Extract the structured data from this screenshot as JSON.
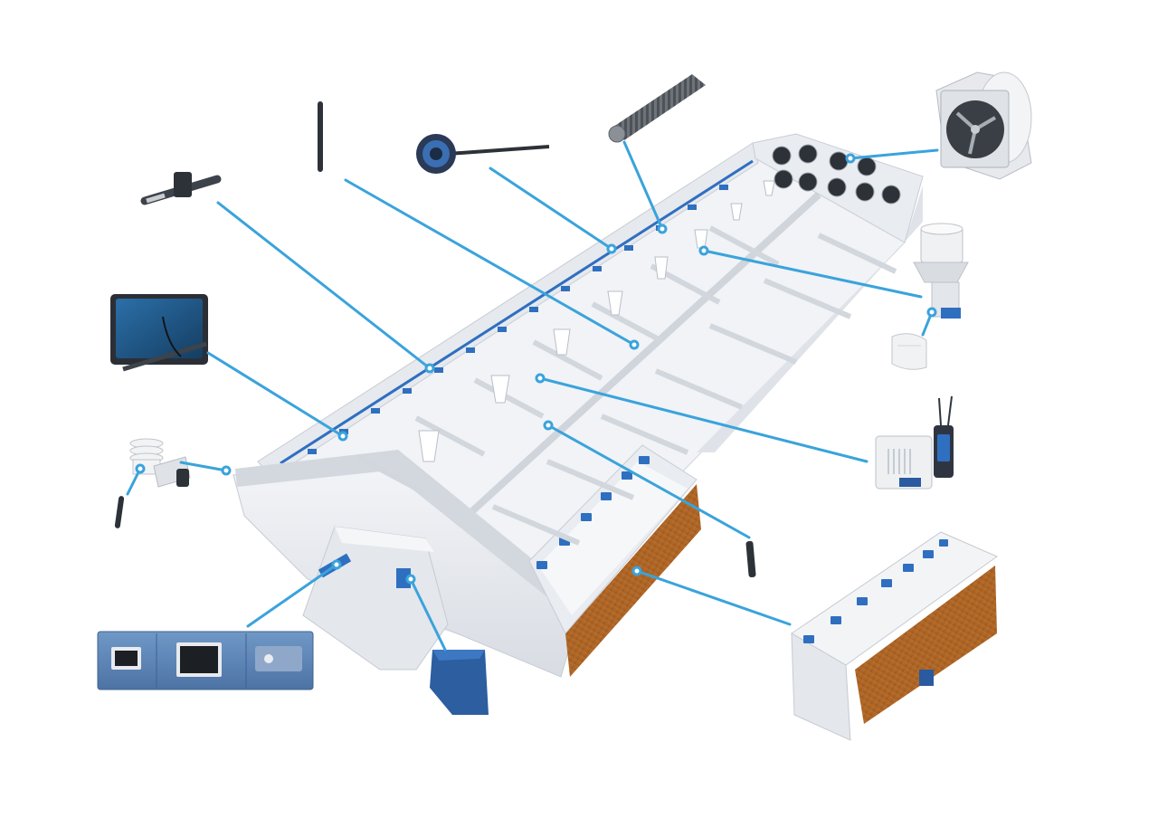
{
  "diagram": {
    "subject": "poultry-house-climate-control-system",
    "colors": {
      "background": "#ffffff",
      "house_wall": "#e4e7ec",
      "house_floor": "#f0f2f5",
      "house_shadow": "#c9ced6",
      "accent_blue": "#2f6fc0",
      "leader_line": "#3aa3dc",
      "cooling_pad": "#b86a2a",
      "controller_panel": "#5f86b8",
      "sensor_housing": "#eceef1",
      "dark_metal": "#3c4148"
    },
    "components": [
      {
        "id": "tunnel-fan",
        "icon": "tunnel-fan"
      },
      {
        "id": "chimney-exhaust",
        "icon": "roof-chimney"
      },
      {
        "id": "humidity-sensor",
        "icon": "wall-sensor"
      },
      {
        "id": "co2-sensor",
        "icon": "co2-sensor"
      },
      {
        "id": "heater-pipe",
        "icon": "finned-heater"
      },
      {
        "id": "climate-probe",
        "icon": "round-probe"
      },
      {
        "id": "antenna",
        "icon": "antenna"
      },
      {
        "id": "water-meter",
        "icon": "water-meter"
      },
      {
        "id": "air-inlet-box",
        "icon": "inlet-box"
      },
      {
        "id": "weather-station",
        "icon": "weather-station"
      },
      {
        "id": "temperature-probe",
        "icon": "hanging-probe"
      },
      {
        "id": "cooling-pad-module",
        "icon": "cooling-pad"
      },
      {
        "id": "control-panel",
        "icon": "controller-panel"
      },
      {
        "id": "light-trap",
        "icon": "light-trap"
      }
    ]
  }
}
